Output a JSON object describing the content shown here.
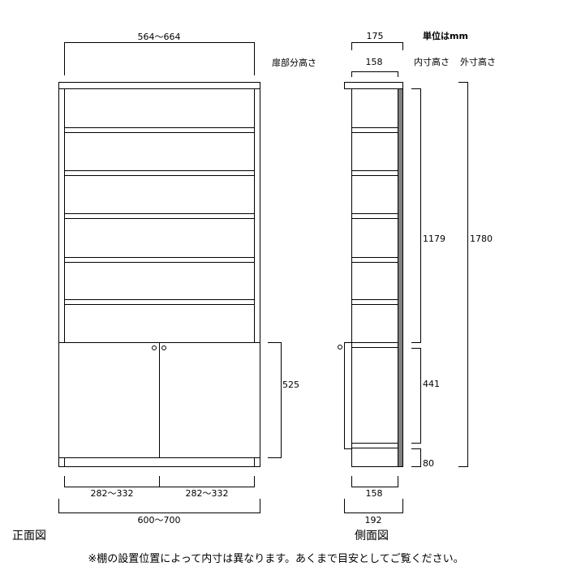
{
  "front_view": {
    "title": "正面図",
    "top_width": "564〜664",
    "door_height_label": "扉部分高さ",
    "door_height": "525",
    "door_width_left": "282〜332",
    "door_width_right": "282〜332",
    "overall_width": "600〜700"
  },
  "side_view": {
    "title": "側面図",
    "unit_label": "単位はmm",
    "inner_height_label": "内寸高さ",
    "outer_height_label": "外寸高さ",
    "top_depth": "175",
    "inner_depth_top": "158",
    "upper_inner_height": "1179",
    "lower_inner_height": "441",
    "plinth_height": "80",
    "outer_height": "1780",
    "inner_depth_bottom": "158",
    "overall_depth": "192"
  },
  "note": "※棚の設置位置によって内寸は異なります。あくまで目安としてご覧ください。",
  "colors": {
    "line": "#000000",
    "back_panel": "#808080"
  }
}
